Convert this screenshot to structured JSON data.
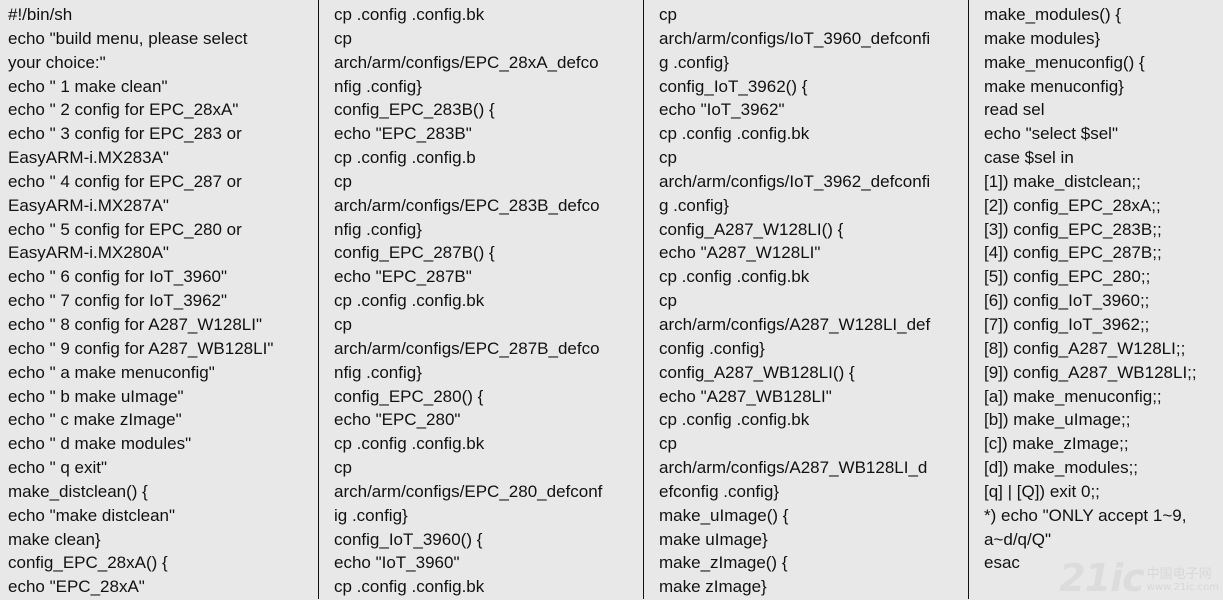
{
  "columns": [
    [
      "#!/bin/sh",
      "echo \"build menu, please select",
      "your choice:\"",
      "echo \" 1 make clean\"",
      "echo \" 2 config for EPC_28xA\"",
      "echo \" 3 config for EPC_283 or",
      "EasyARM-i.MX283A\"",
      "echo \" 4 config for EPC_287 or",
      "EasyARM-i.MX287A\"",
      "echo \" 5 config for EPC_280 or",
      "EasyARM-i.MX280A\"",
      "echo \" 6 config for IoT_3960\"",
      "echo \" 7 config for IoT_3962\"",
      "echo \" 8 config for A287_W128LI\"",
      "echo \" 9 config for A287_WB128LI\"",
      "echo \" a make menuconfig\"",
      "echo \" b make uImage\"",
      "echo \" c make zImage\"",
      "echo \" d make modules\"",
      "echo \" q exit\"",
      "make_distclean() {",
      "echo \"make distclean\"",
      "make clean}",
      "config_EPC_28xA() {",
      "echo \"EPC_28xA\""
    ],
    [
      "cp .config .config.bk",
      "cp",
      "arch/arm/configs/EPC_28xA_defco",
      "nfig .config}",
      "config_EPC_283B() {",
      "echo \"EPC_283B\"",
      "cp .config .config.b",
      "cp",
      "arch/arm/configs/EPC_283B_defco",
      "nfig .config}",
      "config_EPC_287B() {",
      "echo \"EPC_287B\"",
      "cp .config .config.bk",
      "cp",
      "arch/arm/configs/EPC_287B_defco",
      "nfig .config}",
      "config_EPC_280() {",
      "echo \"EPC_280\"",
      "cp .config .config.bk",
      "cp",
      "arch/arm/configs/EPC_280_defconf",
      "ig .config}",
      "config_IoT_3960() {",
      "echo \"IoT_3960\"",
      "cp .config .config.bk"
    ],
    [
      "cp",
      "arch/arm/configs/IoT_3960_defconfi",
      "g .config}",
      "config_IoT_3962() {",
      "echo \"IoT_3962\"",
      "cp .config .config.bk",
      "cp",
      "arch/arm/configs/IoT_3962_defconfi",
      "g .config}",
      "config_A287_W128LI() {",
      "echo \"A287_W128LI\"",
      "cp .config .config.bk",
      "cp",
      "arch/arm/configs/A287_W128LI_def",
      "config .config}",
      "config_A287_WB128LI() {",
      "echo \"A287_WB128LI\"",
      "cp .config .config.bk",
      "cp",
      "arch/arm/configs/A287_WB128LI_d",
      "efconfig .config}",
      "make_uImage() {",
      "make uImage}",
      "make_zImage() {",
      "make zImage}"
    ],
    [
      "make_modules() {",
      "make modules}",
      "make_menuconfig() {",
      "make menuconfig}",
      "read sel",
      "echo \"select $sel\"",
      "case $sel in",
      "[1]) make_distclean;;",
      "[2]) config_EPC_28xA;;",
      "[3]) config_EPC_283B;;",
      "[4]) config_EPC_287B;;",
      "[5]) config_EPC_280;;",
      "[6]) config_IoT_3960;;",
      "[7]) config_IoT_3962;;",
      "[8]) config_A287_W128LI;;",
      "[9]) config_A287_WB128LI;;",
      "[a]) make_menuconfig;;",
      "[b]) make_uImage;;",
      "[c]) make_zImage;;",
      "[d]) make_modules;;",
      "[q] | [Q]) exit 0;;",
      "*) echo \"ONLY accept 1~9,",
      "a~d/q/Q\"",
      "esac"
    ]
  ],
  "watermark": {
    "big": "21ic",
    "cn": "中国电子网",
    "domain": "www.21ic.com"
  }
}
